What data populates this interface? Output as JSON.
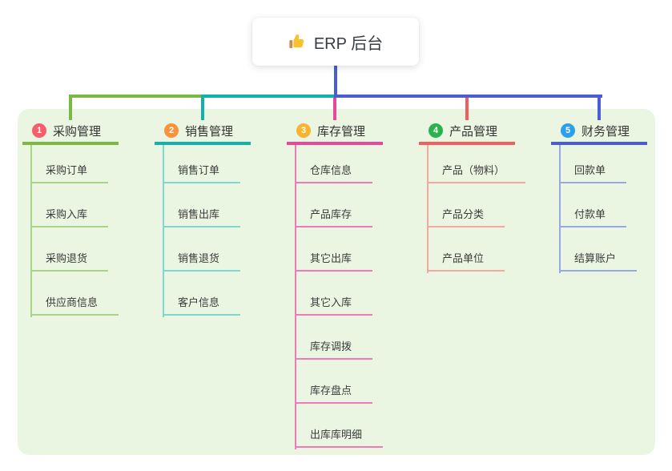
{
  "root": {
    "title": "ERP 后台",
    "icon": "thumbs-up-icon",
    "line_color": "#4a5dd5"
  },
  "branches": [
    {
      "number": "1",
      "label": "采购管理",
      "badge_color": "#f85d6c",
      "line_color": "#7cb944",
      "sub_line_color": "#a8d486",
      "items": [
        "采购订单",
        "采购入库",
        "采购退货",
        "供应商信息"
      ]
    },
    {
      "number": "2",
      "label": "销售管理",
      "badge_color": "#f8923c",
      "line_color": "#12b2aa",
      "sub_line_color": "#7fd8d0",
      "items": [
        "销售订单",
        "销售出库",
        "销售退货",
        "客户信息"
      ]
    },
    {
      "number": "3",
      "label": "库存管理",
      "badge_color": "#f8b430",
      "line_color": "#e8489b",
      "sub_line_color": "#f07ab8",
      "items": [
        "仓库信息",
        "产品库存",
        "其它出库",
        "其它入库",
        "库存调拨",
        "库存盘点",
        "出库库明细"
      ]
    },
    {
      "number": "4",
      "label": "产品管理",
      "badge_color": "#2ab150",
      "line_color": "#f45d5d",
      "sub_line_color": "#f8a7a0",
      "items": [
        "产品（物料）",
        "产品分类",
        "产品单位"
      ]
    },
    {
      "number": "5",
      "label": "财务管理",
      "badge_color": "#2ba1ea",
      "line_color": "#4a5dd5",
      "sub_line_color": "#97a9e4",
      "items": [
        "回款单",
        "付款单",
        "结算账户"
      ]
    }
  ],
  "colors": {
    "page_bg": "#ffffff",
    "panel_bg": "#eaf6e2",
    "text": "#333333"
  }
}
